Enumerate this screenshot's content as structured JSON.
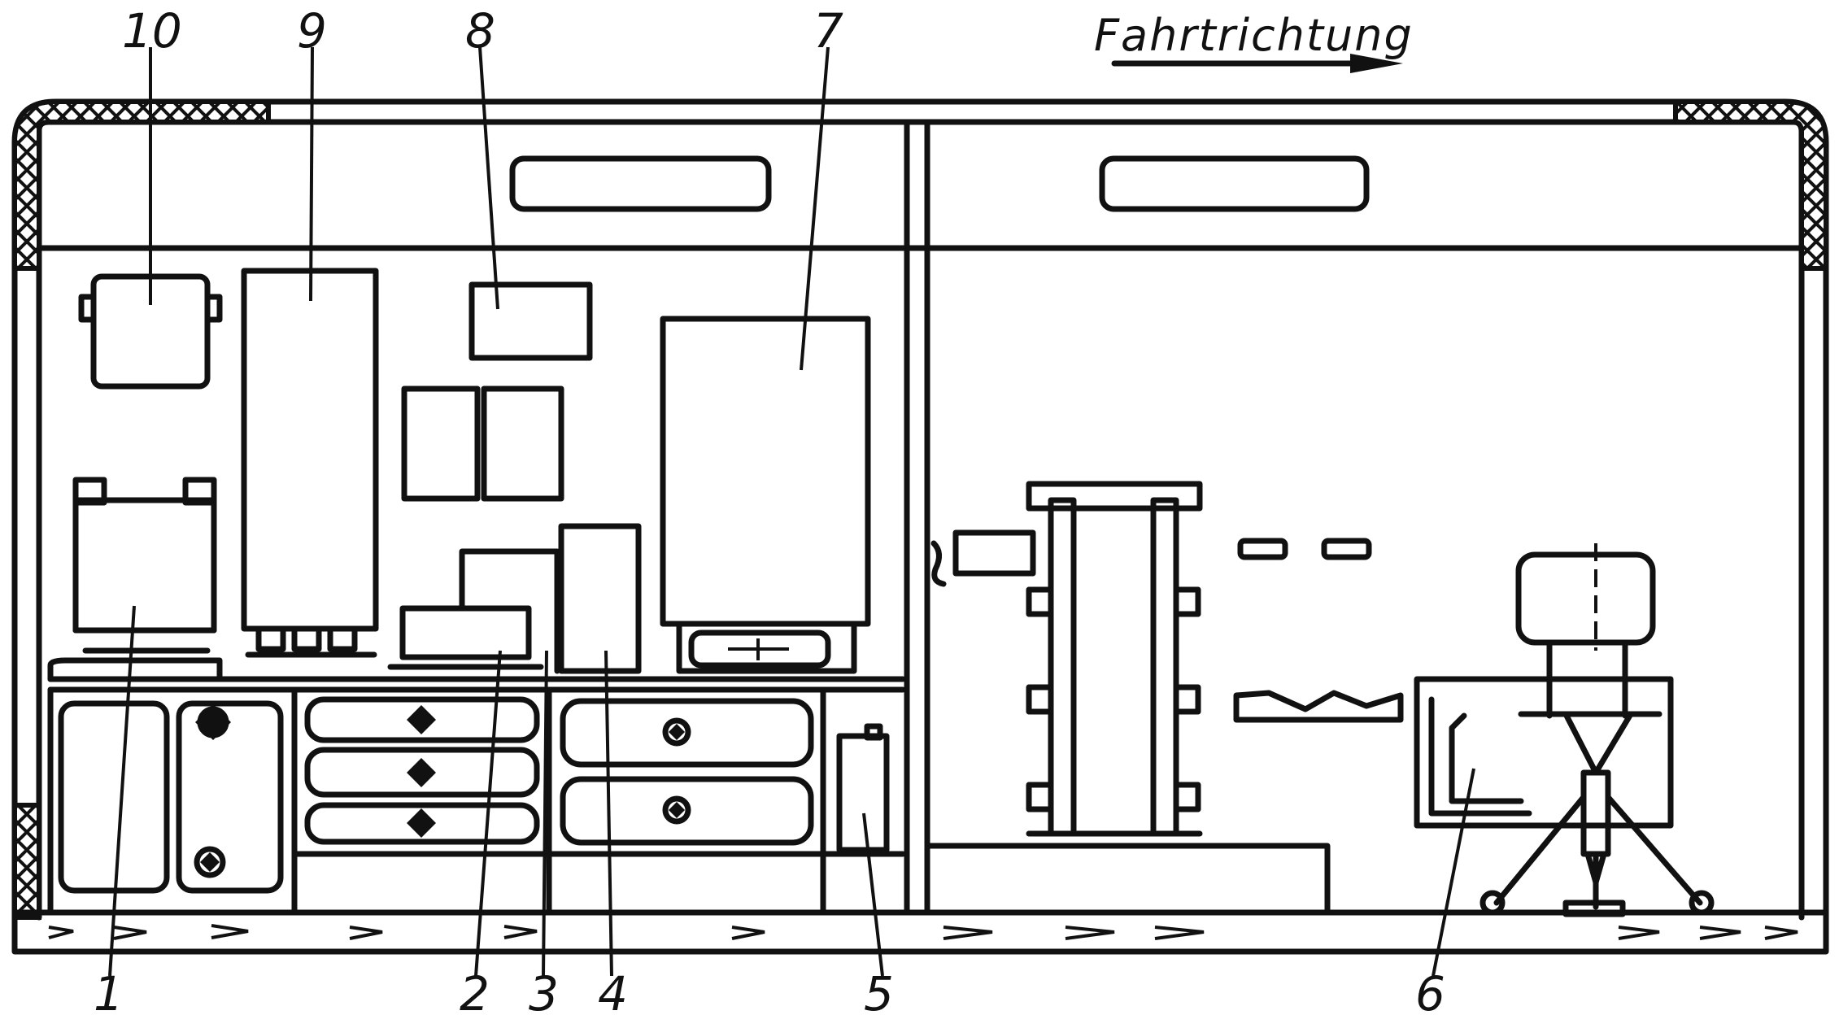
{
  "diagram": {
    "direction_label": "Fahrtrichtung",
    "labels": {
      "l1": "1",
      "l2": "2",
      "l3": "3",
      "l4": "4",
      "l5": "5",
      "l6": "6",
      "l7": "7",
      "l8": "8",
      "l9": "9",
      "l10": "10"
    }
  }
}
